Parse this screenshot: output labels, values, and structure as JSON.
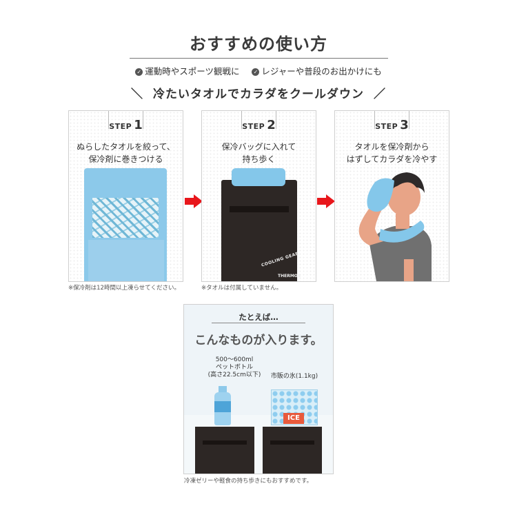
{
  "header": {
    "title": "おすすめの使い方",
    "use_1": "運動時やスポーツ観戦に",
    "use_2": "レジャーや普段のお出かけにも",
    "subtitle": "冷たいタオルでカラダをクールダウン",
    "slash_left": "＼",
    "slash_right": "／",
    "check_glyph": "✓"
  },
  "steps": [
    {
      "label": "STEP",
      "number": "1",
      "line1": "ぬらしたタオルを絞って、",
      "line2": "保冷剤に巻きつける",
      "note": "※保冷剤は12時間以上凍らせてください。"
    },
    {
      "label": "STEP",
      "number": "2",
      "line1": "保冷バッグに入れて",
      "line2": "持ち歩く",
      "note": "※タオルは付属していません。"
    },
    {
      "label": "STEP",
      "number": "3",
      "line1": "タオルを保冷剤から",
      "line2": "はずしてカラダを冷やす",
      "note": ""
    }
  ],
  "bag_logo": {
    "arc_text": "COOLING GEAR",
    "brand": "THERMOS"
  },
  "example": {
    "lead": "たとえば…",
    "heading": "こんなものが入ります。",
    "bottle_line1": "500〜600ml",
    "bottle_line2": "ペットボトル",
    "bottle_line3": "(高さ22.5cm以下)",
    "ice_label": "市販の氷(1.1kg)",
    "ice_badge": "ICE",
    "note": "冷凍ゼリーや軽食の持ち歩きにもおすすめです。"
  },
  "colors": {
    "arrow": "#e8161b",
    "towel": "#84c7ea",
    "bag": "#2d2725",
    "ice_badge": "#e85a3c"
  }
}
